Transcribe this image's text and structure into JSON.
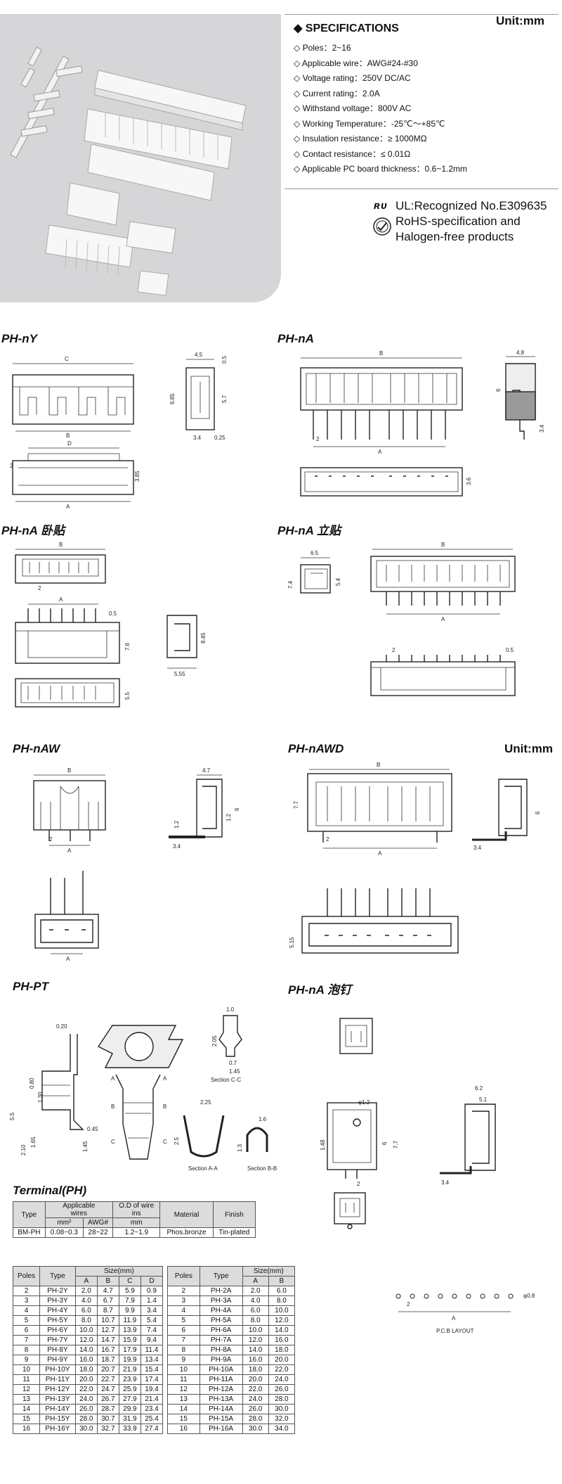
{
  "spec": {
    "title": "SPECIFICATIONS",
    "unit": "Unit:mm",
    "items": [
      "Poles：2~16",
      "Applicable wire：AWG#24-#30",
      "Voltage rating：250V DC/AC",
      "Current rating：2.0A",
      "Withstand voltage：800V AC",
      "Working Temperature：-25℃～+85℃",
      "Insulation resistance：≥ 1000MΩ",
      "Contact resistance：≤ 0.01Ω",
      "Applicable PC board thickness：0.6~1.2mm"
    ]
  },
  "cert": {
    "ul": "UL:Recognized No.E309635",
    "rohs1": "RoHS-specification and",
    "rohs2": "Halogen-free products"
  },
  "sections": {
    "phny": "PH-nY",
    "phna": "PH-nA",
    "phna_smt_h": "PH-nA 卧贴",
    "phna_smt_v": "PH-nA 立贴",
    "phnaw": "PH-nAW",
    "phnawd": "PH-nAWD",
    "unit2": "Unit:mm",
    "phpt": "PH-PT",
    "phna_boss": "PH-nA 泡钉"
  },
  "dims": {
    "a": "A",
    "b": "B",
    "c": "C",
    "d": "D",
    "v_4_5": "4.5",
    "v_0_5": "0.5",
    "v_6_85": "6.85",
    "v_5_7": "5.7",
    "v_3_4": "3.4",
    "v_0_25": "0.25",
    "v_2": "2",
    "v_3_85": "3.85",
    "v_4_8": "4.8",
    "v_6": "6",
    "v_3_6": "3.6",
    "v_6_5": "6.5",
    "v_7_4": "7.4",
    "v_5_4": "5.4",
    "v_7_6": "7.6",
    "v_8_45": "8.45",
    "v_5_55": "5.55",
    "v_5_5": "5.5",
    "v_4_7": "4.7",
    "v_1_2": "1.2",
    "v_7_7": "7.7",
    "v_5_15": "5.15",
    "v_0_20": "0.20",
    "v_1_0": "1.0",
    "v_2_05": "2.05",
    "v_0_7": "0.7",
    "v_1_45": "1.45",
    "v_0_80": "0.80",
    "v_1_30": "1.30",
    "v_0_45": "0.45",
    "v_2_10": "2.10",
    "v_1_65": "1.65",
    "v_2_25": "2.25",
    "v_1_6": "1.6",
    "v_2_5": "2.5",
    "v_1_3": "1.3",
    "v_phi1_2": "φ1.2",
    "v_1_48": "1.48",
    "v_6_2": "6.2",
    "v_5_1": "5.1",
    "v_phi0_8": "φ0.8",
    "sec_cc": "Section C-C",
    "sec_aa": "Section A-A",
    "sec_bb": "Section B-B",
    "pcb": "P.C.B LAYOUT"
  },
  "terminal": {
    "title": "Terminal(PH)",
    "h_type": "Type",
    "h_wires1": "Applicable",
    "h_wires2": "wires",
    "h_od1": "O.D of wire",
    "h_od2": "ins",
    "h_material": "Material",
    "h_finish": "Finish",
    "u_mm2": "mm²",
    "u_awg": "AWG#",
    "u_mm": "mm",
    "row": [
      "BM-PH",
      "0.08~0.3",
      "28~22",
      "1.2~1.9",
      "Phos.bronze",
      "Tin-plated"
    ]
  },
  "table_y": {
    "h_poles": "Poles",
    "h_type": "Type",
    "h_size": "Size(mm)",
    "cols": [
      "A",
      "B",
      "C",
      "D"
    ],
    "rows": [
      [
        "2",
        "PH-2Y",
        "2.0",
        "4.7",
        "5.9",
        "0.9"
      ],
      [
        "3",
        "PH-3Y",
        "4.0",
        "6.7",
        "7.9",
        "1.4"
      ],
      [
        "4",
        "PH-4Y",
        "6.0",
        "8.7",
        "9.9",
        "3.4"
      ],
      [
        "5",
        "PH-5Y",
        "8.0",
        "10.7",
        "11.9",
        "5.4"
      ],
      [
        "6",
        "PH-6Y",
        "10.0",
        "12.7",
        "13.9",
        "7.4"
      ],
      [
        "7",
        "PH-7Y",
        "12.0",
        "14.7",
        "15.9",
        "9.4"
      ],
      [
        "8",
        "PH-8Y",
        "14.0",
        "16.7",
        "17.9",
        "11.4"
      ],
      [
        "9",
        "PH-9Y",
        "16.0",
        "18.7",
        "19.9",
        "13.4"
      ],
      [
        "10",
        "PH-10Y",
        "18.0",
        "20.7",
        "21.9",
        "15.4"
      ],
      [
        "11",
        "PH-11Y",
        "20.0",
        "22.7",
        "23.9",
        "17.4"
      ],
      [
        "12",
        "PH-12Y",
        "22.0",
        "24.7",
        "25.9",
        "19.4"
      ],
      [
        "13",
        "PH-13Y",
        "24.0",
        "26.7",
        "27.9",
        "21.4"
      ],
      [
        "14",
        "PH-14Y",
        "26.0",
        "28.7",
        "29.9",
        "23.4"
      ],
      [
        "15",
        "PH-15Y",
        "28.0",
        "30.7",
        "31.9",
        "25.4"
      ],
      [
        "16",
        "PH-16Y",
        "30.0",
        "32.7",
        "33.9",
        "27.4"
      ]
    ]
  },
  "table_a": {
    "h_poles": "Poles",
    "h_type": "Type",
    "h_size": "Size(mm)",
    "cols": [
      "A",
      "B"
    ],
    "rows": [
      [
        "2",
        "PH-2A",
        "2.0",
        "6.0"
      ],
      [
        "3",
        "PH-3A",
        "4.0",
        "8.0"
      ],
      [
        "4",
        "PH-4A",
        "6.0",
        "10.0"
      ],
      [
        "5",
        "PH-5A",
        "8.0",
        "12.0"
      ],
      [
        "6",
        "PH-6A",
        "10.0",
        "14.0"
      ],
      [
        "7",
        "PH-7A",
        "12.0",
        "16.0"
      ],
      [
        "8",
        "PH-8A",
        "14.0",
        "18.0"
      ],
      [
        "9",
        "PH-9A",
        "16.0",
        "20.0"
      ],
      [
        "10",
        "PH-10A",
        "18.0",
        "22.0"
      ],
      [
        "11",
        "PH-11A",
        "20.0",
        "24.0"
      ],
      [
        "12",
        "PH-12A",
        "22.0",
        "26.0"
      ],
      [
        "13",
        "PH-13A",
        "24.0",
        "28.0"
      ],
      [
        "14",
        "PH-14A",
        "26.0",
        "30.0"
      ],
      [
        "15",
        "PH-15A",
        "28.0",
        "32.0"
      ],
      [
        "16",
        "PH-16A",
        "30.0",
        "34.0"
      ]
    ]
  }
}
